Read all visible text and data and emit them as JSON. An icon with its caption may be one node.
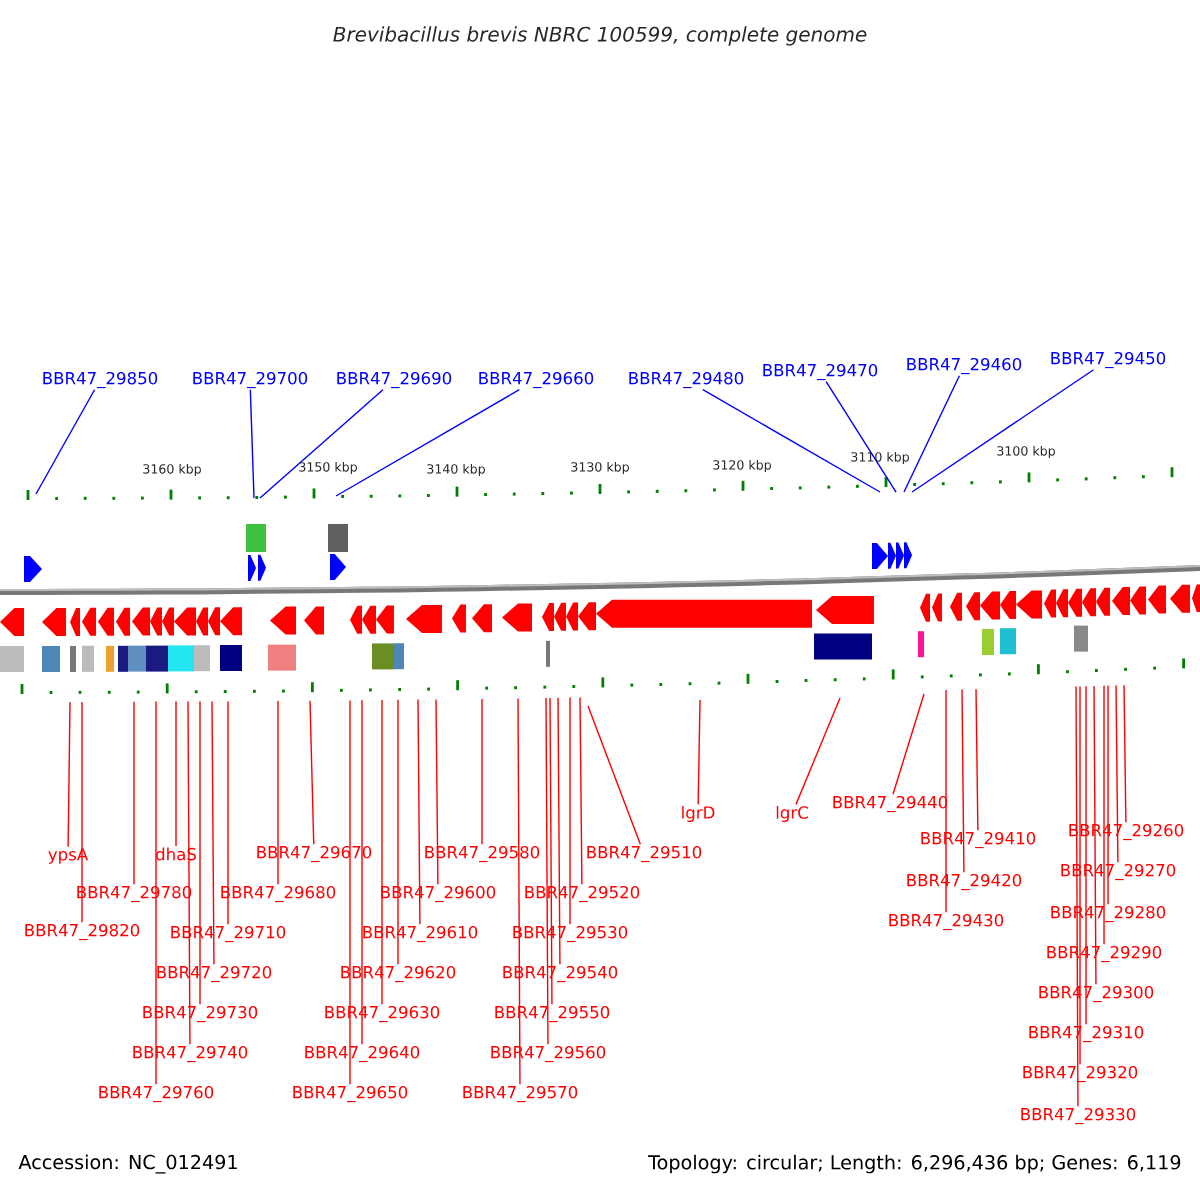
{
  "diagram": {
    "title": "Brevibacillus brevis NBRC 100599, complete genome",
    "nodes": [
      {
        "text": [
          "BBR47_29850"
        ]
      },
      {
        "text": [
          "BBR47_29700"
        ]
      },
      {
        "text": [
          "BBR47_29690"
        ]
      },
      {
        "text": [
          "BBR47_29660"
        ]
      },
      {
        "text": [
          "BBR47_29480"
        ]
      },
      {
        "text": [
          "BBR47_29470"
        ]
      },
      {
        "text": [
          "BBR47_29460"
        ]
      },
      {
        "text": [
          "BBR47_29450"
        ]
      },
      {
        "text": [
          "ypsA"
        ]
      },
      {
        "text": [
          "dhaS"
        ]
      },
      {
        "text": [
          "BBR47_29780"
        ]
      },
      {
        "text": [
          "BBR47_29820"
        ]
      },
      {
        "text": [
          "BBR47_29710"
        ]
      },
      {
        "text": [
          "BBR47_29720"
        ]
      },
      {
        "text": [
          "BBR47_29730"
        ]
      },
      {
        "text": [
          "BBR47_29740"
        ]
      },
      {
        "text": [
          "BBR47_29760"
        ]
      },
      {
        "text": [
          "BBR47_29670"
        ]
      },
      {
        "text": [
          "BBR47_29680"
        ]
      },
      {
        "text": [
          "BBR47_29600"
        ]
      },
      {
        "text": [
          "BBR47_29610"
        ]
      },
      {
        "text": [
          "BBR47_29620"
        ]
      },
      {
        "text": [
          "BBR47_29630"
        ]
      },
      {
        "text": [
          "BBR47_29640"
        ]
      },
      {
        "text": [
          "BBR47_29650"
        ]
      },
      {
        "text": [
          "BBR47_29580"
        ]
      },
      {
        "text": [
          "BBR47_29520"
        ]
      },
      {
        "text": [
          "BBR47_29530"
        ]
      },
      {
        "text": [
          "BBR47_29540"
        ]
      },
      {
        "text": [
          "BBR47_29550"
        ]
      },
      {
        "text": [
          "BBR47_29560"
        ]
      },
      {
        "text": [
          "BBR47_29570"
        ]
      },
      {
        "text": [
          "BBR47_29510"
        ]
      },
      {
        "text": [
          "lgrD"
        ]
      },
      {
        "text": [
          "lgrC"
        ]
      },
      {
        "text": [
          "BBR47_29440"
        ]
      },
      {
        "text": [
          "BBR47_29410"
        ]
      },
      {
        "text": [
          "BBR47_29420"
        ]
      },
      {
        "text": [
          "BBR47_29430"
        ]
      },
      {
        "text": [
          "BBR47_29260"
        ]
      },
      {
        "text": [
          "BBR47_29270"
        ]
      },
      {
        "text": [
          "BBR47_29280"
        ]
      },
      {
        "text": [
          "BBR47_29290"
        ]
      },
      {
        "text": [
          "BBR47_29300"
        ]
      },
      {
        "text": [
          "BBR47_29310"
        ]
      },
      {
        "text": [
          "BBR47_29320"
        ]
      },
      {
        "text": [
          "BBR47_29330"
        ]
      }
    ],
    "edges": [
      {
        "from": 0,
        "to": null,
        "arrow": "none",
        "color": "#0000ff"
      },
      {
        "from": 1,
        "to": null,
        "arrow": "none",
        "color": "#0000ff"
      },
      {
        "from": 2,
        "to": null,
        "arrow": "none",
        "color": "#0000ff"
      },
      {
        "from": 3,
        "to": null,
        "arrow": "none",
        "color": "#0000ff"
      },
      {
        "from": 4,
        "to": null,
        "arrow": "none",
        "color": "#0000ff"
      },
      {
        "from": 5,
        "to": null,
        "arrow": "none",
        "color": "#0000ff"
      },
      {
        "from": 6,
        "to": null,
        "arrow": "none",
        "color": "#0000ff"
      },
      {
        "from": 7,
        "to": null,
        "arrow": "none",
        "color": "#0000ff"
      },
      {
        "from": 8,
        "to": null,
        "arrow": "none"
      },
      {
        "from": 9,
        "to": null,
        "arrow": "none"
      },
      {
        "from": 10,
        "to": null,
        "arrow": "none"
      },
      {
        "from": 11,
        "to": null,
        "arrow": "none"
      },
      {
        "from": 12,
        "to": null,
        "arrow": "none"
      },
      {
        "from": 13,
        "to": null,
        "arrow": "none"
      },
      {
        "from": 14,
        "to": null,
        "arrow": "none"
      },
      {
        "from": 15,
        "to": null,
        "arrow": "none"
      },
      {
        "from": 16,
        "to": null,
        "arrow": "none"
      },
      {
        "from": 17,
        "to": null,
        "arrow": "none"
      },
      {
        "from": 18,
        "to": null,
        "arrow": "none"
      },
      {
        "from": 19,
        "to": null,
        "arrow": "none"
      },
      {
        "from": 20,
        "to": null,
        "arrow": "none"
      },
      {
        "from": 21,
        "to": null,
        "arrow": "none"
      },
      {
        "from": 22,
        "to": null,
        "arrow": "none"
      },
      {
        "from": 23,
        "to": null,
        "arrow": "none"
      },
      {
        "from": 24,
        "to": null,
        "arrow": "none"
      },
      {
        "from": 25,
        "to": null,
        "arrow": "none"
      },
      {
        "from": 26,
        "to": null,
        "arrow": "none"
      },
      {
        "from": 27,
        "to": null,
        "arrow": "none"
      },
      {
        "from": 28,
        "to": null,
        "arrow": "none"
      },
      {
        "from": 29,
        "to": null,
        "arrow": "none"
      },
      {
        "from": 30,
        "to": null,
        "arrow": "none"
      },
      {
        "from": 31,
        "to": null,
        "arrow": "none"
      },
      {
        "from": 32,
        "to": null,
        "arrow": "none"
      },
      {
        "from": 33,
        "to": null,
        "arrow": "none"
      },
      {
        "from": 34,
        "to": null,
        "arrow": "none"
      },
      {
        "from": 35,
        "to": null,
        "arrow": "none"
      },
      {
        "from": 36,
        "to": null,
        "arrow": "none"
      },
      {
        "from": 37,
        "to": null,
        "arrow": "none"
      },
      {
        "from": 38,
        "to": null,
        "arrow": "none"
      },
      {
        "from": 39,
        "to": null,
        "arrow": "none"
      },
      {
        "from": 40,
        "to": null,
        "arrow": "none"
      },
      {
        "from": 41,
        "to": null,
        "arrow": "none"
      },
      {
        "from": 42,
        "to": null,
        "arrow": "none"
      },
      {
        "from": 43,
        "to": null,
        "arrow": "none"
      },
      {
        "from": 44,
        "to": null,
        "arrow": "none"
      },
      {
        "from": 45,
        "to": null,
        "arrow": "none"
      },
      {
        "from": 46,
        "to": null,
        "arrow": "none"
      }
    ],
    "labels": [
      "3160 kbp",
      "3150 kbp",
      "3140 kbp",
      "3130 kbp",
      "3120 kbp",
      "3110 kbp",
      "3100 kbp",
      "Accession: NC_012491",
      "Topology: circular; Length: 6,296,436 bp; Genes: 6,119"
    ]
  }
}
